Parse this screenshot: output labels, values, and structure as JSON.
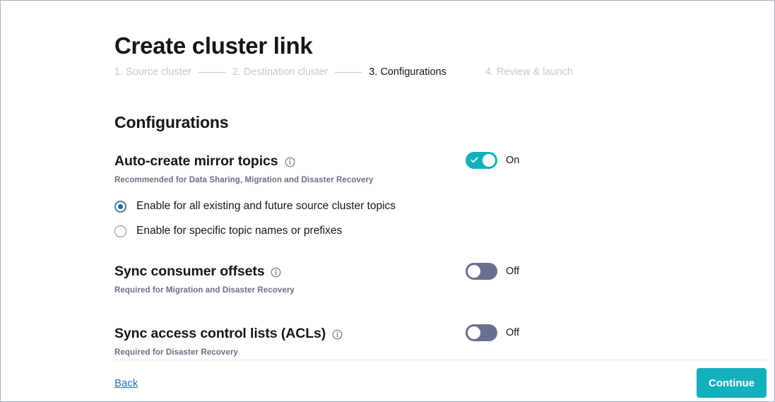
{
  "header": {
    "title": "Create cluster link"
  },
  "stepper": {
    "steps": [
      {
        "label": "1. Source cluster",
        "state": "inactive"
      },
      {
        "label": "2. Destination cluster",
        "state": "inactive"
      },
      {
        "label": "3. Configurations",
        "state": "active"
      },
      {
        "label": "4. Review & launch",
        "state": "inactive"
      }
    ]
  },
  "main": {
    "section_heading": "Configurations",
    "settings": [
      {
        "title": "Auto-create mirror topics",
        "subtitle": "Recommended for Data Sharing, Migration and Disaster Recovery",
        "info_icon": "info-icon",
        "toggle": {
          "state": "on",
          "label": "On"
        },
        "options": [
          {
            "label": "Enable for all existing and future source cluster topics",
            "selected": true
          },
          {
            "label": "Enable for specific topic names or prefixes",
            "selected": false
          }
        ]
      },
      {
        "title": "Sync consumer offsets",
        "subtitle": "Required for Migration and Disaster Recovery",
        "info_icon": "info-icon",
        "toggle": {
          "state": "off",
          "label": "Off"
        }
      },
      {
        "title": "Sync access control lists (ACLs)",
        "subtitle": "Required for Disaster Recovery",
        "info_icon": "info-icon",
        "toggle": {
          "state": "off",
          "label": "Off"
        }
      }
    ]
  },
  "footer": {
    "back_label": "Back",
    "continue_label": "Continue"
  },
  "colors": {
    "accent_teal": "#13b0bd",
    "toggle_off": "#6b6f8f",
    "link_blue": "#1a74b5",
    "radio_selected": "#136f9b",
    "text_primary": "#13161d",
    "text_muted": "#6b6f85",
    "step_inactive": "#c3c7d1",
    "divider": "#e3e6ec",
    "page_border": "#a3b1c2"
  }
}
